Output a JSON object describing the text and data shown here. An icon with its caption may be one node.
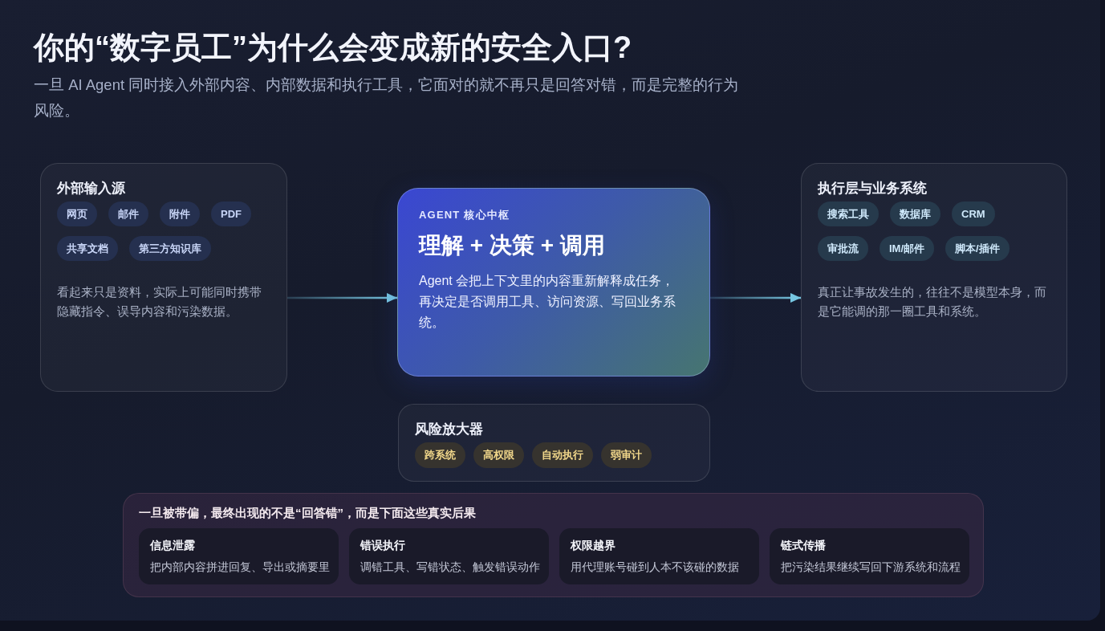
{
  "diagram": {
    "title": "你的“数字员工”为什么会变成新的安全入口?",
    "nodes": [
      {
        "text": [
          "外部输入源",
          "看起来只是资料，实际上可能同时携带隐藏指令、误导内容和污染数据。"
        ]
      },
      {
        "text": [
          "网页"
        ],
        "in": 0
      },
      {
        "text": [
          "邮件"
        ],
        "in": 0
      },
      {
        "text": [
          "附件"
        ],
        "in": 0
      },
      {
        "text": [
          "PDF"
        ],
        "in": 0
      },
      {
        "text": [
          "共享文档"
        ],
        "in": 0
      },
      {
        "text": [
          "第三方知识库"
        ],
        "in": 0
      },
      {
        "text": [
          "AGENT 核心中枢",
          "理解 + 决策 + 调用",
          "Agent 会把上下文里的内容重新解释成任务，再决定是否调用工具、访问资源、写回业务系统。"
        ]
      },
      {
        "text": [
          "执行层与业务系统",
          "真正让事故发生的，往往不是模型本身，而是它能调的那一圈工具和系统。"
        ]
      },
      {
        "text": [
          "搜索工具"
        ],
        "in": 8
      },
      {
        "text": [
          "数据库"
        ],
        "in": 8
      },
      {
        "text": [
          "CRM"
        ],
        "in": 8
      },
      {
        "text": [
          "审批流"
        ],
        "in": 8
      },
      {
        "text": [
          "IM/邮件"
        ],
        "in": 8
      },
      {
        "text": [
          "脚本/插件"
        ],
        "in": 8
      },
      {
        "text": [
          "风险放大器"
        ]
      },
      {
        "text": [
          "跨系统"
        ],
        "in": 15
      },
      {
        "text": [
          "高权限"
        ],
        "in": 15
      },
      {
        "text": [
          "自动执行"
        ],
        "in": 15
      },
      {
        "text": [
          "弱审计"
        ],
        "in": 15
      },
      {
        "text": [
          "一旦被带偏，最终出现的不是“回答错”，而是下面这些真实后果"
        ]
      },
      {
        "text": [
          "信息泄露",
          "把内部内容拼进回复、导出或摘要里"
        ],
        "in": 20
      },
      {
        "text": [
          "错误执行",
          "调错工具、写错状态、触发错误动作"
        ],
        "in": 20
      },
      {
        "text": [
          "权限越界",
          "用代理账号碰到人本不该碰的数据"
        ],
        "in": 20
      },
      {
        "text": [
          "链式传播",
          "把污染结果继续写回下游系统和流程"
        ],
        "in": 20
      }
    ],
    "edges": [
      {
        "from": 0,
        "to": 7,
        "arrow": "to"
      },
      {
        "from": 7,
        "to": 8,
        "arrow": "to"
      }
    ],
    "labels": [
      "一旦 AI Agent 同时接入外部内容、内部数据和执行工具，它面对的就不再只是回答对错，而是完整的行为风险。"
    ]
  }
}
